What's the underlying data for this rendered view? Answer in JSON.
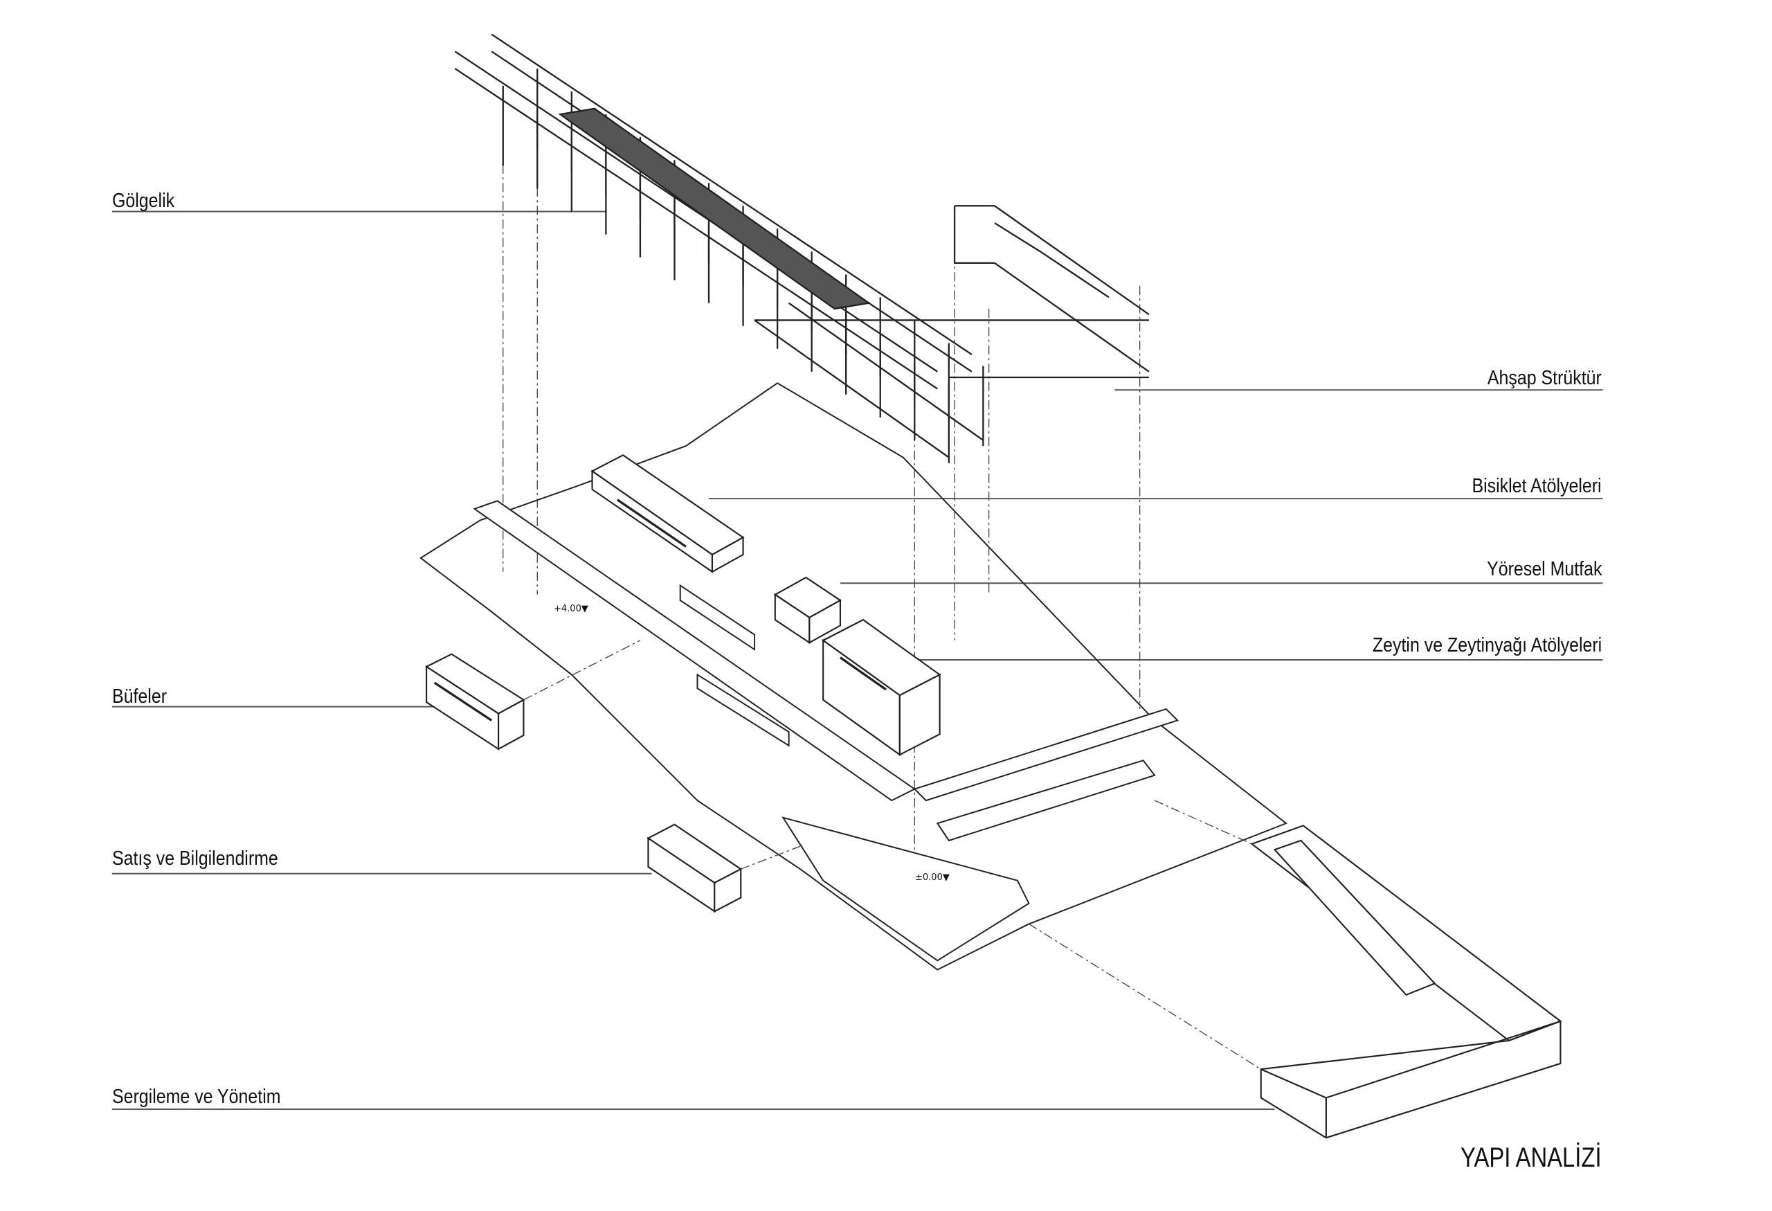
{
  "title": "YAPI ANALİZİ",
  "labels_left": {
    "golgelik": "Gölgelik",
    "bufeler": "Büfeler",
    "satis": "Satış ve Bilgilendirme",
    "sergileme": "Sergileme ve Yönetim"
  },
  "labels_right": {
    "ahsap": "Ahşap Strüktür",
    "bisiklet": "Bisiklet Atölyeleri",
    "yoresel": "Yöresel Mutfak",
    "zeytin": "Zeytin ve Zeytinyağı Atölyeleri"
  },
  "levels": {
    "upper": "+4.00▼",
    "ground": "±0.00▼"
  }
}
